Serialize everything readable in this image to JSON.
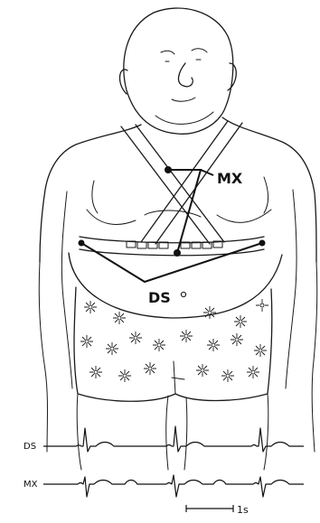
{
  "figure": {
    "lead_labels": {
      "mx": "MX",
      "ds": "DS"
    },
    "trace_labels": {
      "ds": "DS",
      "mx": "MX"
    },
    "time_scale": "1s"
  }
}
